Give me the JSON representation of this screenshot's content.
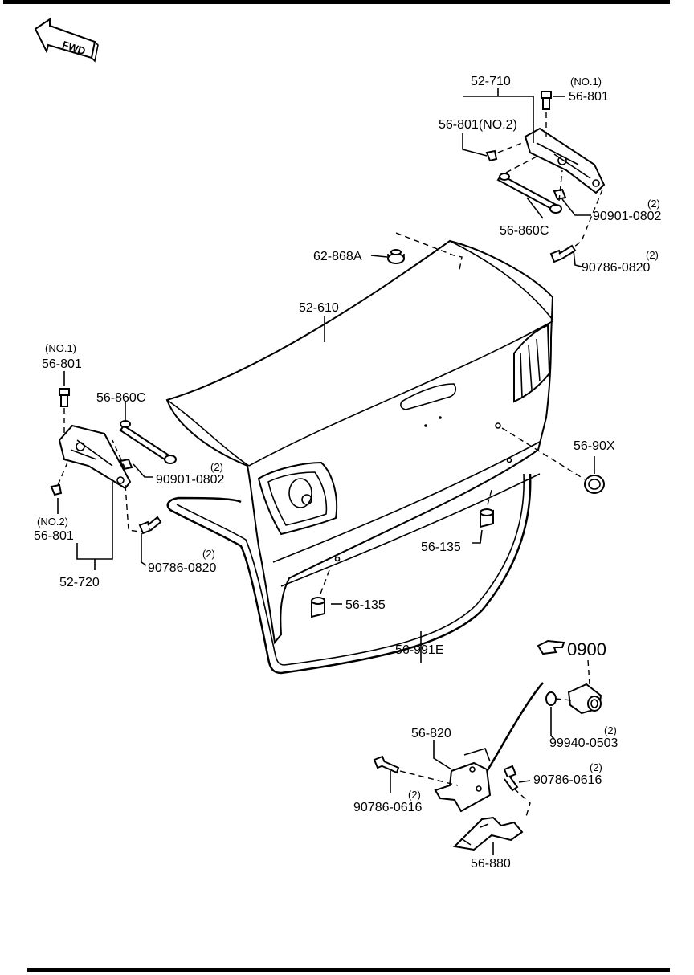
{
  "fwd_label": "FWD",
  "reference": "0900",
  "labels": {
    "hinge_right": "52-710",
    "hinge_left": "52-720",
    "trunk_lid": "52-610",
    "grommet": "62-868A",
    "bolt_no1_right_tag": "(NO.1)",
    "bolt_no1_right": "56-801",
    "bolt_no2_right": "56-801(NO.2)",
    "damper_right": "56-860C",
    "nut_right_qty": "(2)",
    "nut_right": "90901-0802",
    "bolt_right_qty": "(2)",
    "bolt_right": "90786-0820",
    "bolt_no1_left_tag": "(NO.1)",
    "bolt_no1_left": "56-801",
    "damper_left": "56-860C",
    "nut_left_qty": "(2)",
    "nut_left": "90901-0802",
    "bolt_no2_left_tag": "(NO.2)",
    "bolt_no2_left": "56-801",
    "bolt_left_qty": "(2)",
    "bolt_left": "90786-0820",
    "plug": "56-90X",
    "bumper_right": "56-135",
    "bumper_left": "56-135",
    "weatherstrip": "56-991E",
    "lock_nut_qty": "(2)",
    "lock_nut": "99940-0503",
    "latch": "56-820",
    "latch_bolt_right_qty": "(2)",
    "latch_bolt_right": "90786-0616",
    "latch_bolt_left_qty": "(2)",
    "latch_bolt_left": "90786-0616",
    "striker": "56-880"
  }
}
